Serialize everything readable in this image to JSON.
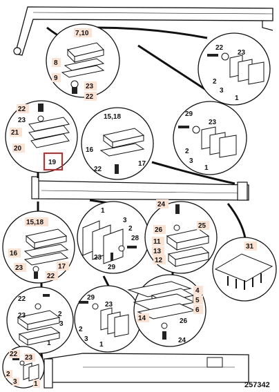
{
  "figure_code": "257342",
  "selected_callout": "19",
  "callouts": {
    "c1_a": "7,10",
    "c1_b": "8",
    "c1_c": "9",
    "c1_d": "23",
    "c1_e": "22",
    "c2_a": "22",
    "c2_b": "23",
    "c2_c": "2",
    "c2_d": "3",
    "c2_e": "1",
    "c3_a": "22",
    "c3_b": "23",
    "c3_c": "21",
    "c3_d": "20",
    "c3_e": "19",
    "c4_a": "15,18",
    "c4_b": "16",
    "c4_c": "17",
    "c4_d": "22",
    "c5_a": "29",
    "c5_b": "23",
    "c5_c": "2",
    "c5_d": "3",
    "c5_e": "1",
    "c6_a": "15,18",
    "c6_b": "16",
    "c6_c": "17",
    "c6_d": "23",
    "c6_e": "22",
    "c7_a": "1",
    "c7_b": "3",
    "c7_c": "2",
    "c7_d": "28",
    "c7_e": "23",
    "c7_f": "29",
    "c8_a": "24",
    "c8_b": "25",
    "c8_c": "26",
    "c8_d": "11",
    "c8_e": "13",
    "c8_f": "12",
    "c9_a": "31",
    "c10_a": "22",
    "c10_b": "23",
    "c10_c": "2",
    "c10_d": "3",
    "c10_e": "1",
    "c11_a": "29",
    "c11_b": "23",
    "c11_c": "2",
    "c11_d": "3",
    "c11_e": "1",
    "c12_a": "4",
    "c12_b": "5",
    "c12_c": "6",
    "c12_d": "14",
    "c12_e": "26",
    "c12_f": "24",
    "c13_a": "22",
    "c13_b": "23",
    "c13_c": "2",
    "c13_d": "3",
    "c13_e": "1"
  }
}
